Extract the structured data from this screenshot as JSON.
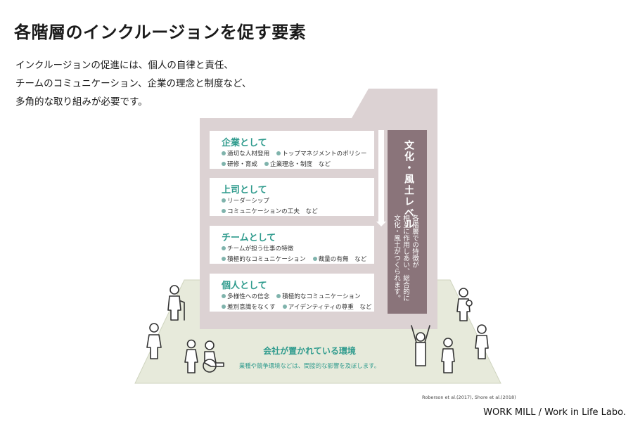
{
  "title": "各階層のインクルージョンを促す要素",
  "intro_lines": [
    "インクルージョンの促進には、個人の自律と責任、",
    "チームのコミュニケーション、企業の理念と制度など、",
    "多角的な取り組みが必要です。"
  ],
  "levels": [
    {
      "heading": "企業として",
      "line1": [
        "適切な人材登用",
        "トップマネジメントのポリシー"
      ],
      "line2": [
        "研修・育成",
        "企業理念・制度　など"
      ]
    },
    {
      "heading": "上司として",
      "line1": [
        "リーダーシップ"
      ],
      "line2": [
        "コミュニケーションの工夫　など"
      ]
    },
    {
      "heading": "チームとして",
      "line1": [
        "チームが担う仕事の特徴"
      ],
      "line2": [
        "積極的なコミュニケーション",
        "裁量の有無　など"
      ]
    },
    {
      "heading": "個人として",
      "line1": [
        "多様性への信念",
        "積極的なコミュニケーション"
      ],
      "line2": [
        "差別意識をなくす",
        "アイデンティティの尊重　など"
      ]
    }
  ],
  "culture": {
    "title": "文化・風土レベル",
    "desc_lines": [
      "各階層での特徴が",
      "相互に作用しあい、総合的に",
      "文化・風土がつくられます。"
    ]
  },
  "environment": {
    "title": "会社が置かれている環境",
    "desc": "業種や競争環境などは、間接的な影響を及ぼします。"
  },
  "reference": "Roberson et al.(2017), Shore et al.(2018)",
  "brand": "WORK MILL / Work in Life Labo.",
  "colors": {
    "accent": "#2f9b8d",
    "building": "#dcd2d3",
    "culture": "#8a747a",
    "ground": "#e7eadb",
    "dot": "#7fb3ac"
  }
}
